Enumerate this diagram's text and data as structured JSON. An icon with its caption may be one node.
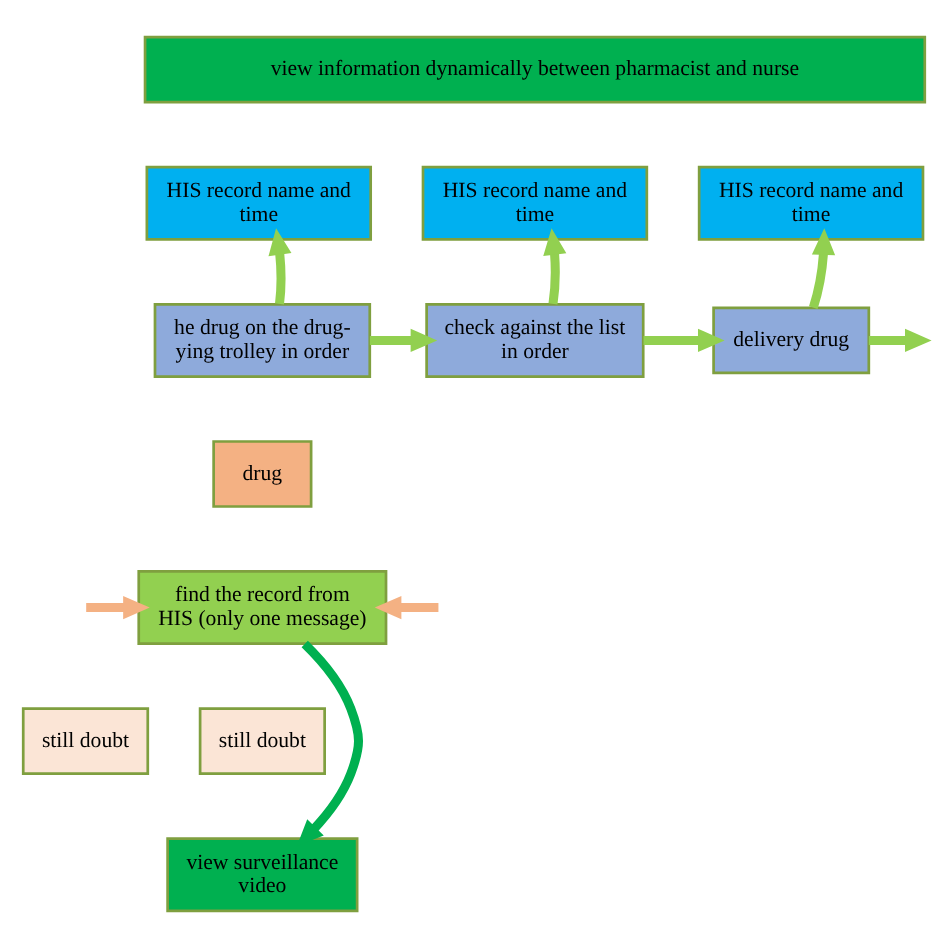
{
  "diagram": {
    "nodes": [
      {
        "text": [
          "view information dynamically between pharmacist and nurse"
        ]
      },
      {
        "text": [
          "HIS record name and time"
        ]
      },
      {
        "text": [
          "HIS record name and time"
        ]
      },
      {
        "text": [
          "HIS record name and time"
        ]
      },
      {
        "text": [
          "he drug on the drug- ying trolley in order"
        ]
      },
      {
        "text": [
          "check against the list in order"
        ]
      },
      {
        "text": [
          "delivery drug"
        ]
      },
      {
        "text": [
          "drug"
        ]
      },
      {
        "text": [
          "find the record from HIS (only one message)"
        ]
      },
      {
        "text": [
          "still doubt"
        ]
      },
      {
        "text": [
          "still doubt"
        ]
      },
      {
        "text": [
          "view surveillance video"
        ]
      }
    ],
    "edges": [
      {
        "from": 4,
        "to": 1,
        "arrow": "to"
      },
      {
        "from": 5,
        "to": 2,
        "arrow": "to"
      },
      {
        "from": 6,
        "to": 3,
        "arrow": "to"
      },
      {
        "from": 4,
        "to": 5,
        "arrow": "to"
      },
      {
        "from": 5,
        "to": 6,
        "arrow": "to"
      },
      {
        "from": 6,
        "to": null,
        "arrow": "to"
      },
      {
        "from": null,
        "to": 8,
        "arrow": "to",
        "color": "#f4b183"
      },
      {
        "from": null,
        "to": 8,
        "arrow": "to",
        "color": "#f4b183"
      },
      {
        "from": 8,
        "to": 11,
        "arrow": "to",
        "color": "#00b050"
      }
    ]
  }
}
